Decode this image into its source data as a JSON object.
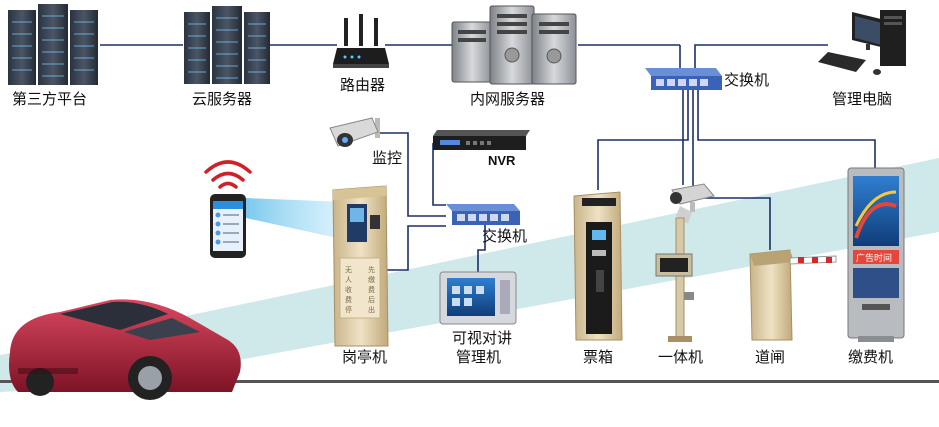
{
  "labels": {
    "third_party": "第三方平台",
    "cloud_server": "云服务器",
    "router": "路由器",
    "intranet_server": "内网服务器",
    "switch_top": "交换机",
    "admin_pc": "管理电脑",
    "monitor": "监控",
    "nvr": "NVR",
    "switch_mid": "交换机",
    "booth": "岗亭机",
    "intercom_line1": "可视对讲",
    "intercom_line2": "管理机",
    "ticket_box": "票箱",
    "all_in_one": "一体机",
    "barrier": "道闸",
    "payment_kiosk": "缴费机"
  },
  "device_text": {
    "kiosk_banner": "广告时间"
  },
  "colors": {
    "wire": "#1d2f6b",
    "road": "#cfe9ea",
    "switch_blue": "#3a63b8",
    "car_red": "#b0243c",
    "booth_tan": "#e3cfa4"
  }
}
